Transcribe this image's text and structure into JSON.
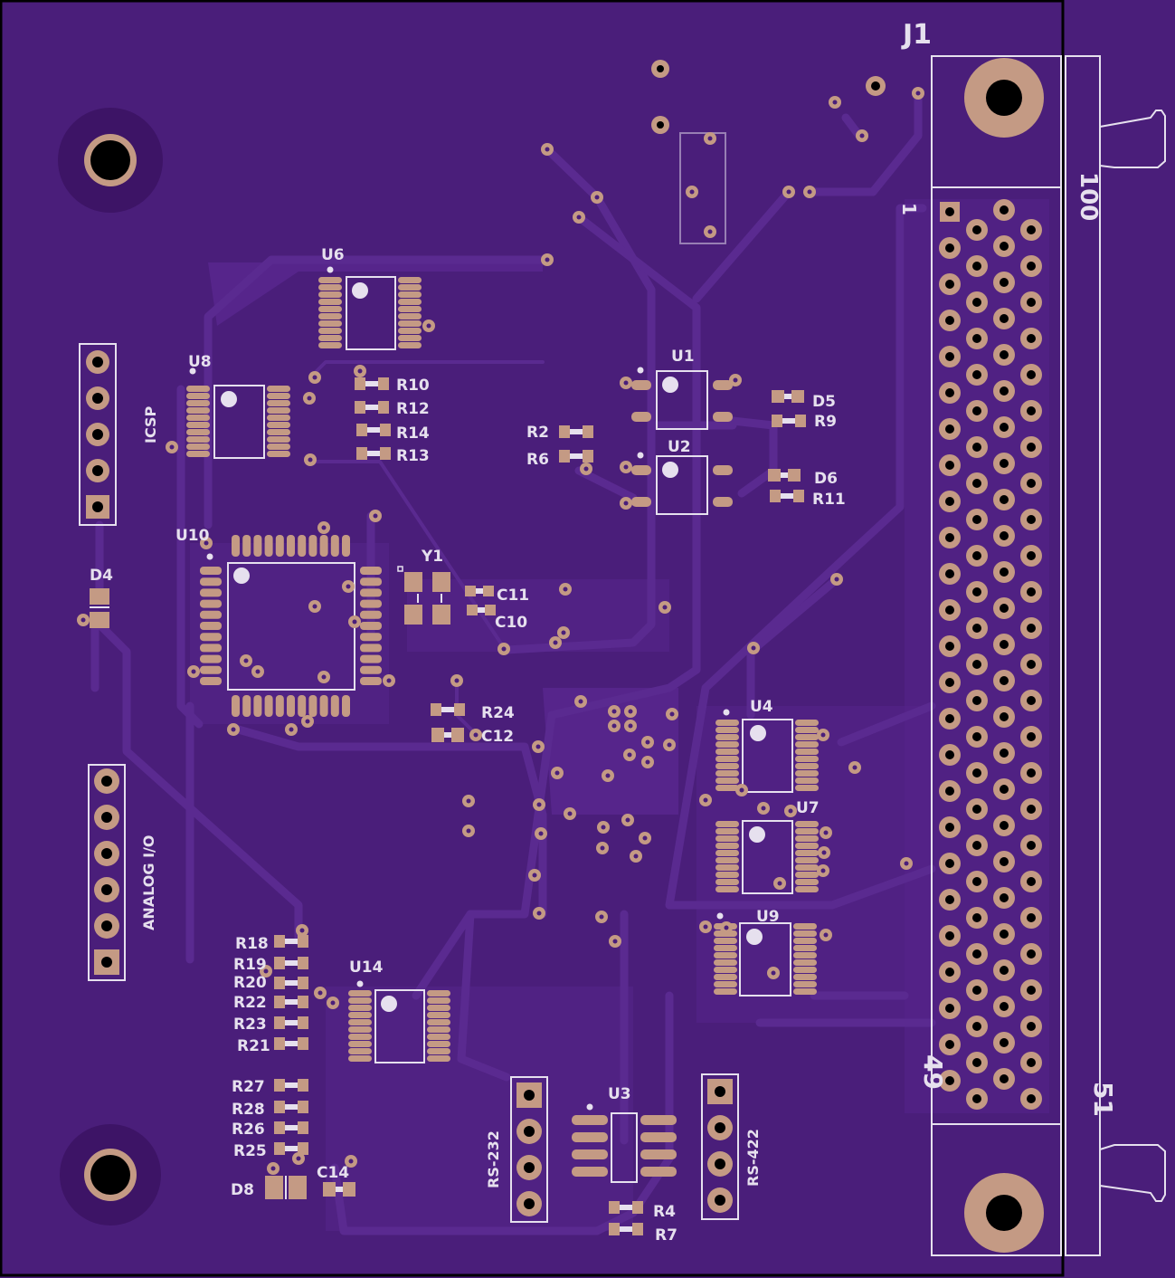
{
  "colors": {
    "board": "#4a1e7a",
    "copper_pour": "#56258b",
    "pad": "#c49a84",
    "silkscreen": "#e6e0ee",
    "hole": "#000000"
  },
  "labels": {
    "J1": "J1",
    "J1_pin1": "1",
    "J1_pin49": "49",
    "J1_pin51": "51",
    "J1_pin100": "100",
    "ICSP": "ICSP",
    "ANALOG_IO": "ANALOG I/O",
    "RS232": "RS-232",
    "RS422": "RS-422",
    "U1": "U1",
    "U2": "U2",
    "U3": "U3",
    "U4": "U4",
    "U6": "U6",
    "U7": "U7",
    "U8": "U8",
    "U9": "U9",
    "U10": "U10",
    "U14": "U14",
    "D4": "D4",
    "D5": "D5",
    "D6": "D6",
    "D8": "D8",
    "Y1": "Y1",
    "C10": "C10",
    "C11": "C11",
    "C12": "C12",
    "C14": "C14",
    "R2": "R2",
    "R4": "R4",
    "R6": "R6",
    "R7": "R7",
    "R9": "R9",
    "R10": "R10",
    "R11": "R11",
    "R12": "R12",
    "R13": "R13",
    "R14": "R14",
    "R18": "R18",
    "R19": "R19",
    "R20": "R20",
    "R21": "R21",
    "R22": "R22",
    "R23": "R23",
    "R24": "R24",
    "R25": "R25",
    "R26": "R26",
    "R27": "R27",
    "R28": "R28"
  }
}
